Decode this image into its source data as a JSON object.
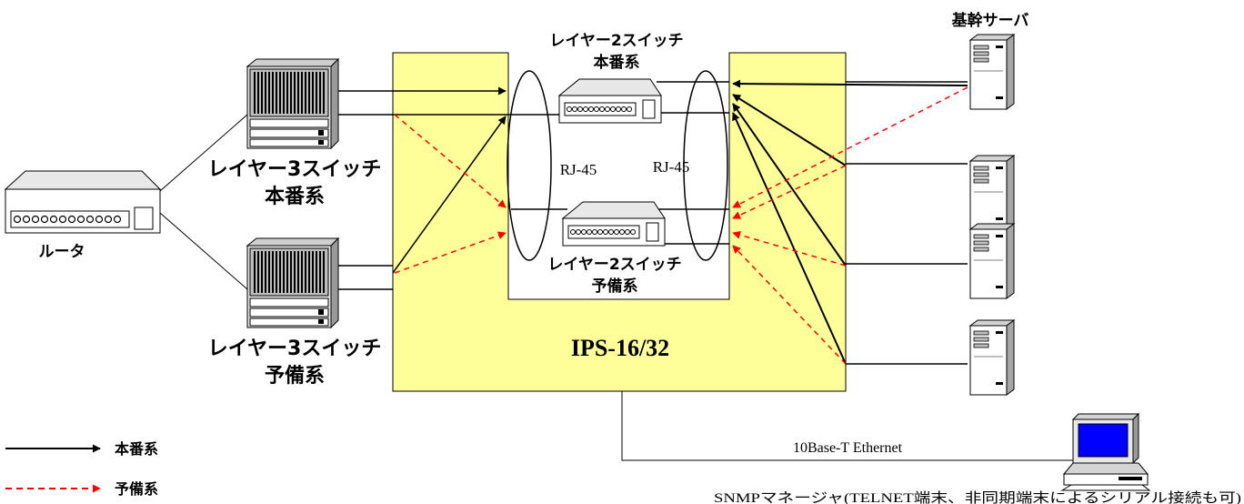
{
  "labels": {
    "router": "ルータ",
    "l3_line1": "レイヤー3スイッチ",
    "l3_main": "本番系",
    "l3_backup": "予備系",
    "l2_line1": "レイヤー2スイッチ",
    "l2_main": "本番系",
    "l2_backup": "予備系",
    "rj45_left": "RJ-45",
    "rj45_right": "RJ-45",
    "ips": "IPS-16/32",
    "servers": "基幹サーバ",
    "ethernet": "10Base-T Ethernet",
    "snmp": "SNMPマネージャ(TELNET端末、非同期端末によるシリアル接続も可)"
  },
  "legend": {
    "main": "本番系",
    "backup": "予備系"
  },
  "colors": {
    "panel": "#ffff99",
    "backup_line": "#ff0000",
    "main_line": "#000000",
    "monitor": "#0000ff"
  }
}
